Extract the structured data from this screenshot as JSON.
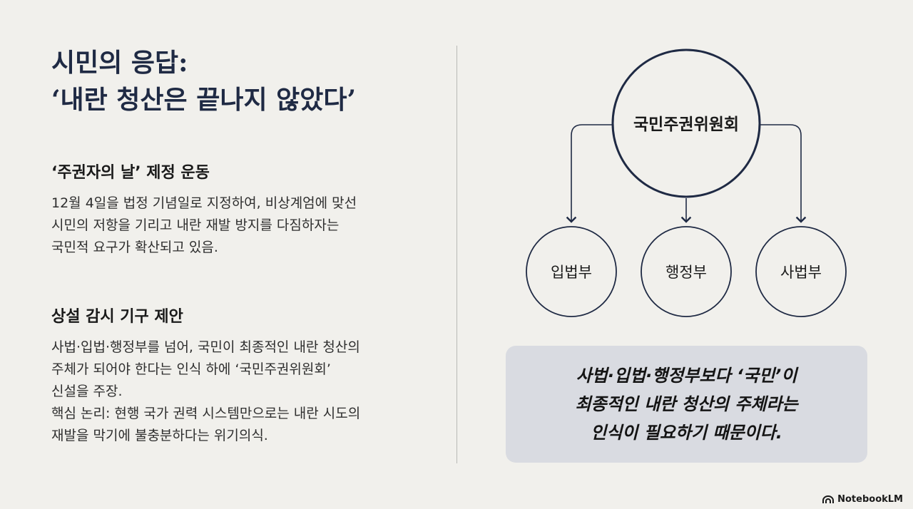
{
  "title": {
    "line1": "시민의 응답:",
    "line2": "‘내란 청산은 끝나지 않았다’"
  },
  "section1": {
    "heading": "‘주권자의 날’ 제정 운동",
    "lines": [
      "12월 4일을 법정 기념일로 지정하여, 비상계엄에 맞선",
      "시민의 저항을 기리고 내란 재발 방지를 다짐하자는",
      "국민적 요구가 확산되고 있음."
    ]
  },
  "section2": {
    "heading": "상설 감시 기구 제안",
    "lines": [
      "사법·입법·행정부를 넘어, 국민이 최종적인 내란 청산의",
      "주체가 되어야 한다는 인식 하에 ‘국민주권위원회’",
      "신설을 주장.",
      "핵심 논리: 현행 국가 권력 시스템만으로는 내란 시도의",
      "재발을 막기에 불충분하다는 위기의식."
    ]
  },
  "diagram": {
    "top_node": "국민주권위원회",
    "children": [
      "입법부",
      "행정부",
      "사법부"
    ]
  },
  "callout": {
    "lines": [
      "사법·입법·행정부보다 ‘국민’이",
      "최종적인 내란 청산의 주체라는",
      "인식이 필요하기 때문이다."
    ]
  },
  "brand": {
    "label": "NotebookLM",
    "icon": "notebooklm-logo-icon"
  },
  "colors": {
    "background": "#f1f0ec",
    "title": "#1f2a44",
    "node_stroke": "#1f2a44",
    "callout_bg": "#d9dbe1"
  }
}
